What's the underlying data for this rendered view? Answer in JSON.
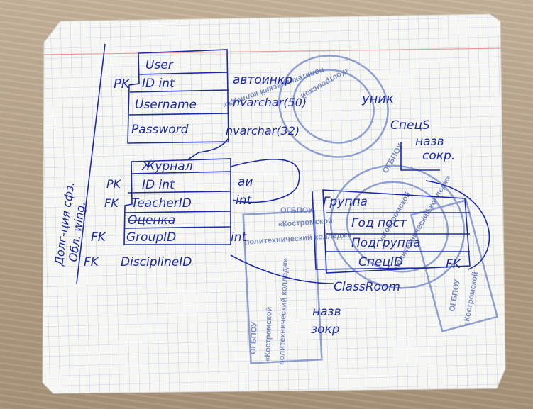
{
  "colors": {
    "ink": "#1d2aa8",
    "stamp": "#5a6fb8",
    "paper": "#f6f6f2",
    "grid": "#b9c7e6",
    "margin_line": "#e59a9a"
  },
  "table_user": {
    "pk": "PK",
    "title": "User",
    "id_row": "ID int",
    "username_row": "Username",
    "password_row": "Password",
    "note_identity": "автоинкр",
    "type_username": "nvarchar(50)",
    "type_password": "nvarchar(32)",
    "unique": "уник"
  },
  "table_teacher": {
    "title": "Журнал",
    "pk": "PK",
    "id_row": "ID int",
    "fk1": "FK",
    "teacher_row": "TeacherID",
    "struck_row": "Оценка",
    "fk2": "FK",
    "group_row": "GroupID",
    "fk3": "FK",
    "discipline_row": "DisciplineID",
    "note_ai": "аи",
    "int1": "int",
    "int2": "int"
  },
  "table_group": {
    "title": "Группа",
    "row1": "Год пост",
    "row2": "Подгруппа",
    "row3": "СпецID",
    "fk": "FK",
    "row4": "ClassRoom"
  },
  "side_notes": {
    "n1": "СпецS",
    "n2": "назв",
    "n3": "сокр.",
    "n4": "назв",
    "n5": "зокр"
  },
  "margin_note": {
    "line1": "Долг-ция сфз.",
    "line2": "Обл. wing."
  },
  "stamp": {
    "line1": "ОГБПОУ",
    "line2": "«Костромской",
    "line3": "политехнический колледж»"
  }
}
